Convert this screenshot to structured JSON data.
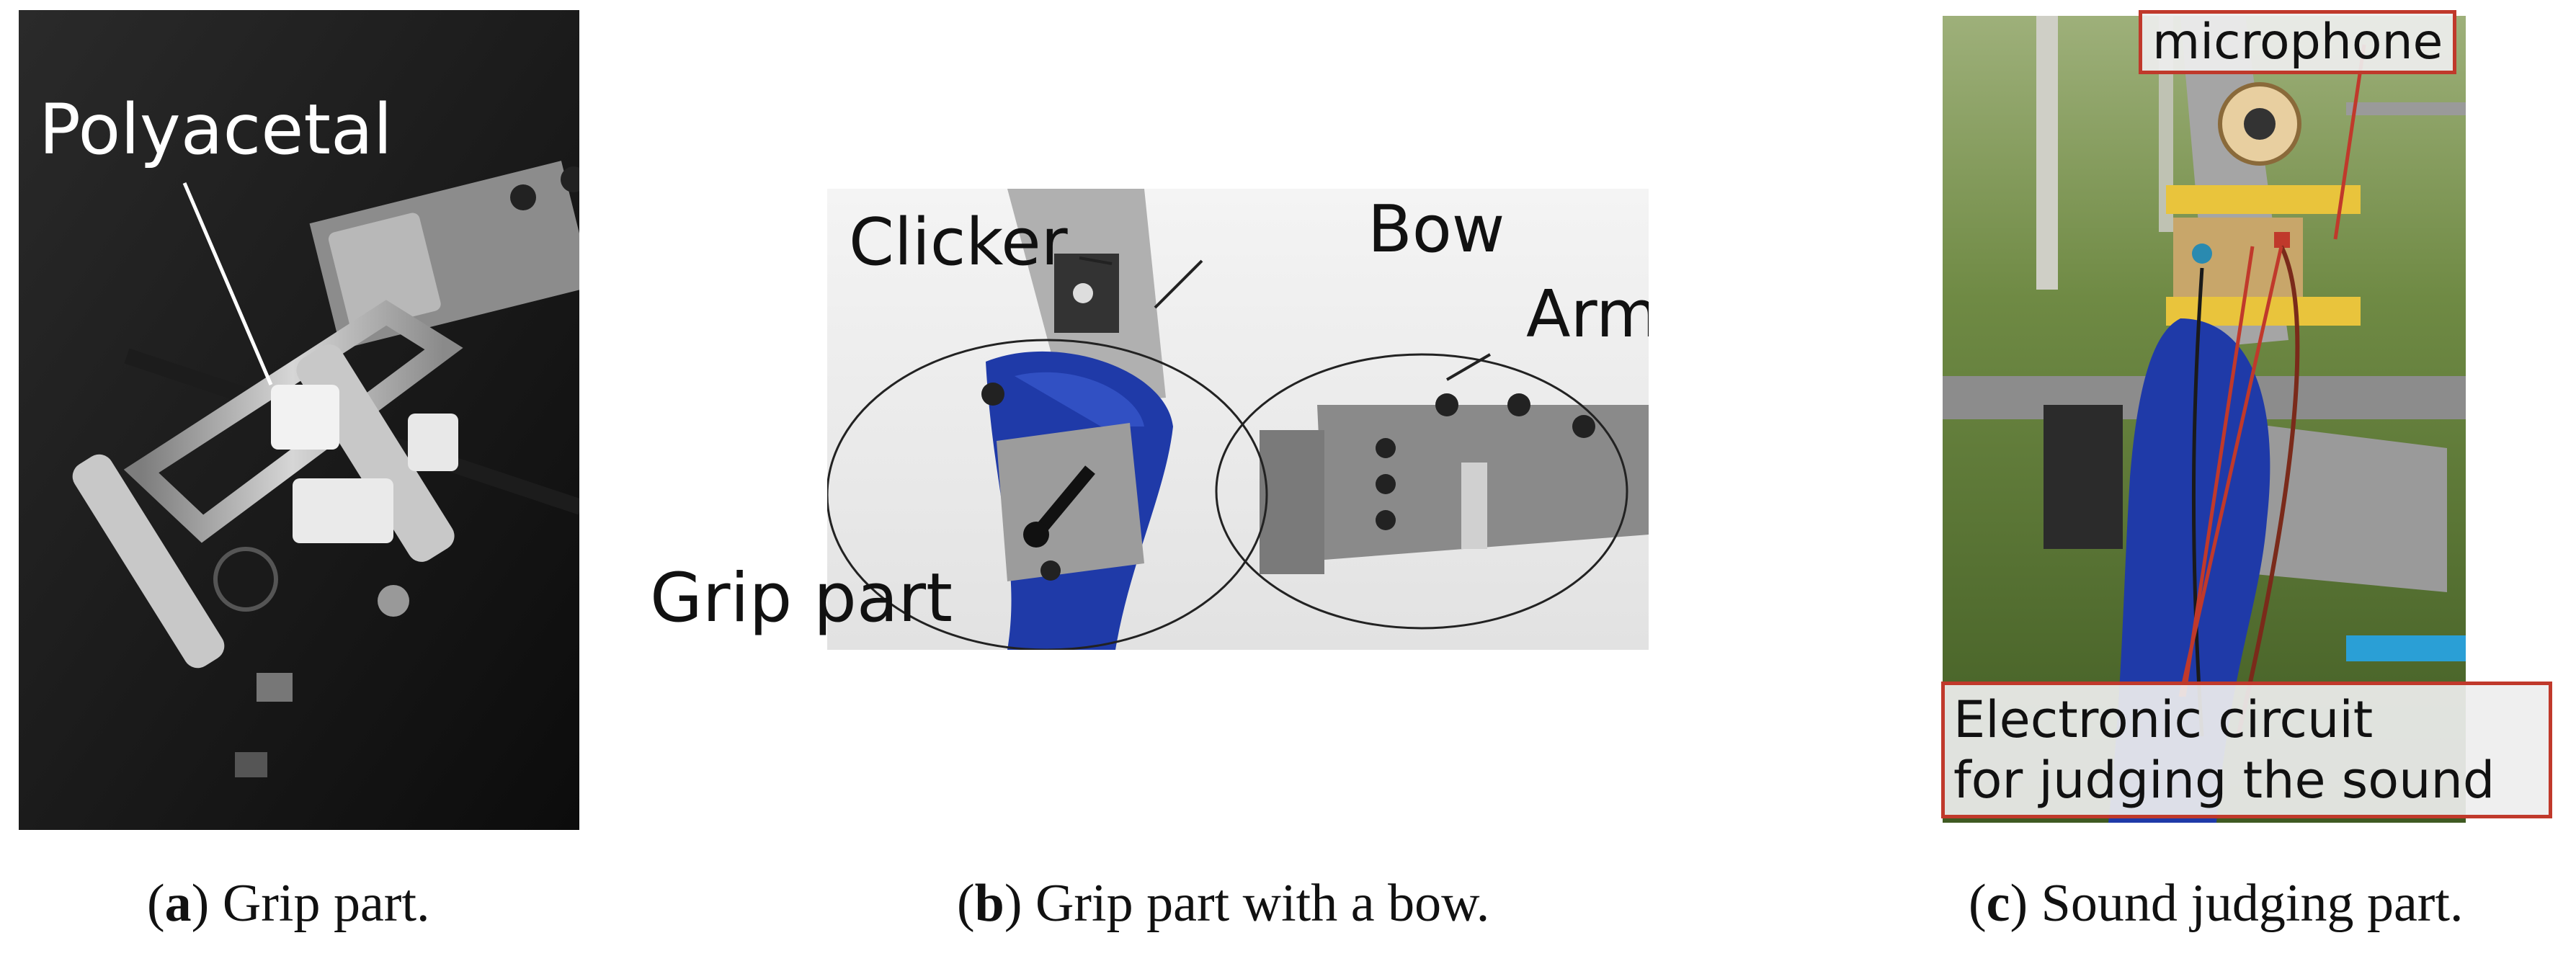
{
  "panel_a": {
    "labels": {
      "polyacetal": "Polyacetal"
    },
    "caption": {
      "letter": "a",
      "text": "Grip part."
    }
  },
  "panel_b": {
    "labels": {
      "clicker": "Clicker",
      "bow": "Bow",
      "arm_part": "Arm part",
      "grip_part": "Grip part"
    },
    "caption": {
      "letter": "b",
      "text": "Grip part with a bow."
    }
  },
  "panel_c": {
    "labels": {
      "microphone": "microphone",
      "circuit_line1": "Electronic circuit",
      "circuit_line2": "for judging the sound"
    },
    "caption": {
      "letter": "c",
      "text": "Sound judging part."
    }
  },
  "colors": {
    "annotation_red": "#c0392b",
    "bow_blue": "#1f3aa8",
    "metal": "#a9a9a9",
    "photo_dark_bg": "#151515",
    "grass_green": "#5b7a35"
  }
}
